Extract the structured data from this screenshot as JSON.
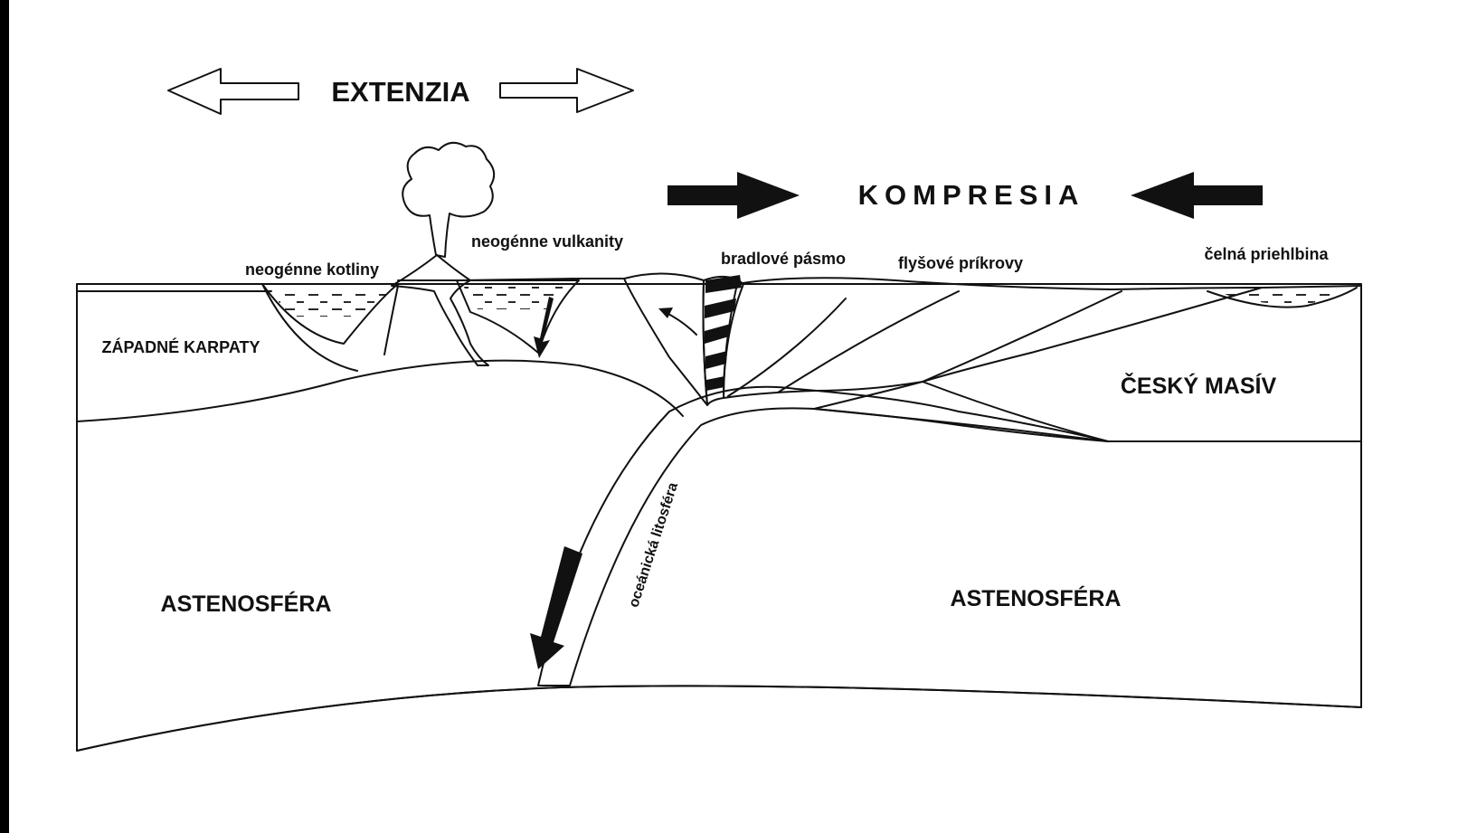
{
  "labels": {
    "extension": "EXTENZIA",
    "compression": "KOMPRESIA",
    "neogene_basins": "neogénne kotliny",
    "neogene_volcanics": "neogénne vulkanity",
    "klippen_belt": "bradlové pásmo",
    "flysch_nappes": "flyšové príkrovy",
    "foredeep": "čelná priehlbina",
    "western_carpathians": "ZÁPADNÉ KARPATY",
    "bohemian_massif": "ČESKÝ MASÍV",
    "asthenosphere_left": "ASTENOSFÉRA",
    "asthenosphere_right": "ASTENOSFÉRA",
    "oceanic_lithosphere": "oceánická litosféra"
  },
  "colors": {
    "background": "#000000",
    "paper": "#ffffff",
    "ink": "#111111",
    "stipple_fill": "#c8c8c8"
  }
}
